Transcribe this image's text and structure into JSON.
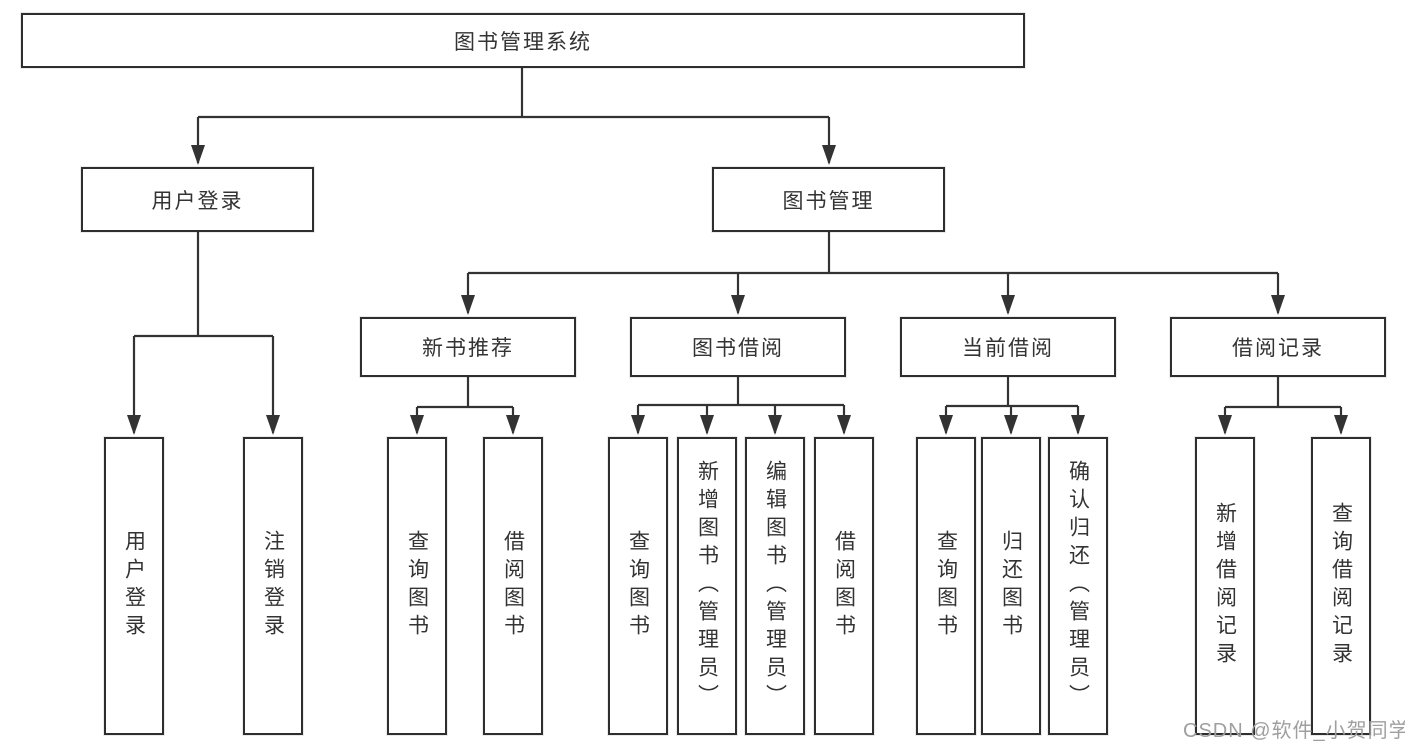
{
  "page": {
    "background": "#ffffff"
  },
  "colors": {
    "line": "#333333",
    "box_border": "#2e2e2e",
    "box_fill": "#ffffff",
    "text": "#333333",
    "watermark": "#9f9f9f"
  },
  "diagram": {
    "root": {
      "label": "图书管理系统"
    },
    "branches": [
      {
        "label": "用户登录",
        "children": [
          {
            "label": "用户登录"
          },
          {
            "label": "注销登录"
          }
        ]
      },
      {
        "label": "图书管理",
        "children": [
          {
            "label": "新书推荐",
            "children": [
              {
                "label": "查询图书"
              },
              {
                "label": "借阅图书"
              }
            ]
          },
          {
            "label": "图书借阅",
            "children": [
              {
                "label": "查询图书"
              },
              {
                "label": "新增图书（管理员）"
              },
              {
                "label": "编辑图书（管理员）"
              },
              {
                "label": "借阅图书"
              }
            ]
          },
          {
            "label": "当前借阅",
            "children": [
              {
                "label": "查询图书"
              },
              {
                "label": "归还图书"
              },
              {
                "label": "确认归还（管理员）"
              }
            ]
          },
          {
            "label": "借阅记录",
            "children": [
              {
                "label": "新增借阅记录"
              },
              {
                "label": "查询借阅记录"
              }
            ]
          }
        ]
      }
    ]
  },
  "watermark": {
    "text": "CSDN @软件_小贺同学"
  }
}
